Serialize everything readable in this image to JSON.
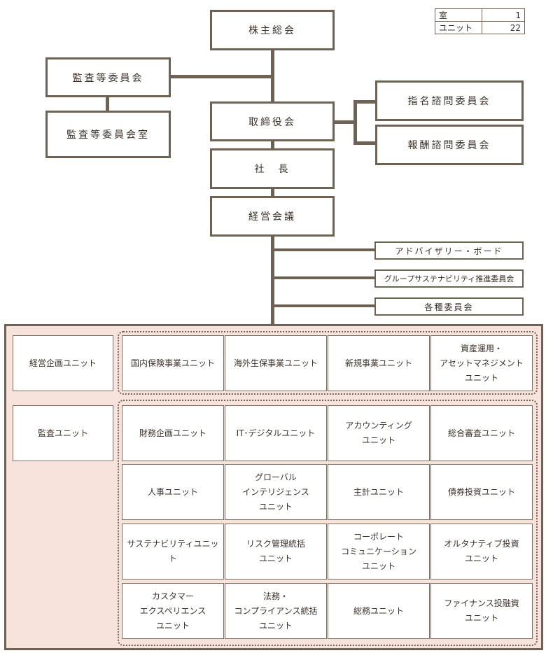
{
  "legend": [
    {
      "label": "室",
      "value": "1"
    },
    {
      "label": "ユニット",
      "value": "22"
    }
  ],
  "top": {
    "shareholders": "株主総会",
    "audit_committee": "監査等委員会",
    "audit_committee_office": "監査等委員会室",
    "board": "取締役会",
    "nomination_committee": "指名諮問委員会",
    "compensation_committee": "報酬諮問委員会",
    "president": "社　長",
    "management_meeting": "経営会議",
    "advisory_board": "アドバイザリー・ボード",
    "sustainability_committee": "グループサステナビリティ推進委員会",
    "committees": "各種委員会"
  },
  "units": {
    "planning": "経営企画ユニット",
    "audit": "監査ユニット",
    "business_row": [
      "国内保険事業ユニット",
      "海外生保事業ユニット",
      "新規事業ユニット",
      "資産運用・\nアセットマネジメント\nユニット"
    ],
    "grid": [
      [
        "財務企画ユニット",
        "IT･デジタルユニット",
        "アカウンティング\nユニット",
        "総合審査ユニット"
      ],
      [
        "人事ユニット",
        "グローバル\nインテリジェンス\nユニット",
        "主計ユニット",
        "債券投資ユニット"
      ],
      [
        "サステナビリティユニット",
        "リスク管理統括\nユニット",
        "コーポレート\nコミュニケーション\nユニット",
        "オルタナティブ投資\nユニット"
      ],
      [
        "カスタマー\nエクスペリエンス\nユニット",
        "法務・\nコンプライアンス統括\nユニット",
        "総務ユニット",
        "ファイナンス投融資\nユニット"
      ]
    ]
  }
}
